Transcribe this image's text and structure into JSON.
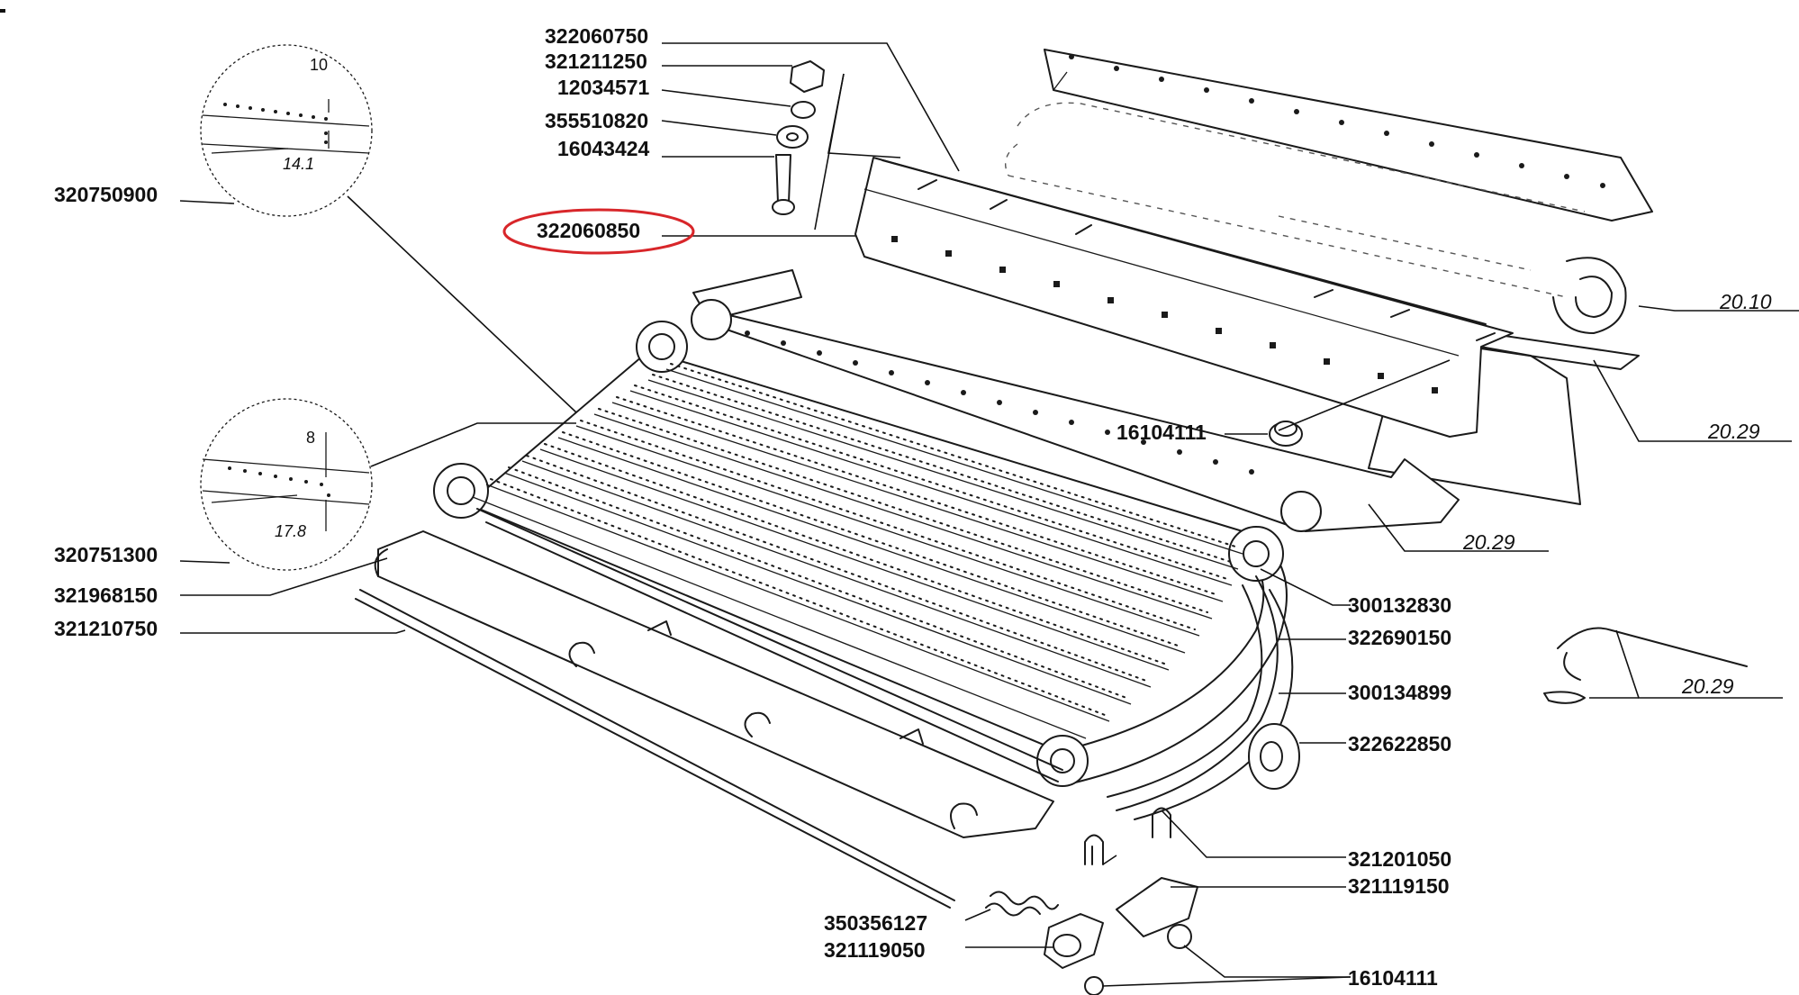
{
  "part_numbers": {
    "p322060750": "322060750",
    "p321211250": "321211250",
    "p12034571": "12034571",
    "p355510820": "355510820",
    "p16043424": "16043424",
    "p322060850": "322060850",
    "p320750900": "320750900",
    "p16104111_top": "16104111",
    "p320751300": "320751300",
    "p321968150": "321968150",
    "p321210750": "321210750",
    "p300132830": "300132830",
    "p322690150": "322690150",
    "p300134899": "300134899",
    "p322622850": "322622850",
    "p321201050": "321201050",
    "p321119150": "321119150",
    "p350356127": "350356127",
    "p321119050": "321119050",
    "p16104111_bottom": "16104111"
  },
  "references": {
    "ref_top": "20.10",
    "ref_mid_right": "20.29",
    "ref_mid": "20.29",
    "ref_small": "20.29"
  },
  "detail_top": {
    "dim_vertical": "10",
    "dim_diag": "14.1"
  },
  "detail_bottom": {
    "dim_vertical": "8",
    "dim_diag": "17.8"
  },
  "highlighted_part": "322060850",
  "colors": {
    "highlight": "#d8262a",
    "ink": "#1a1a1a"
  }
}
